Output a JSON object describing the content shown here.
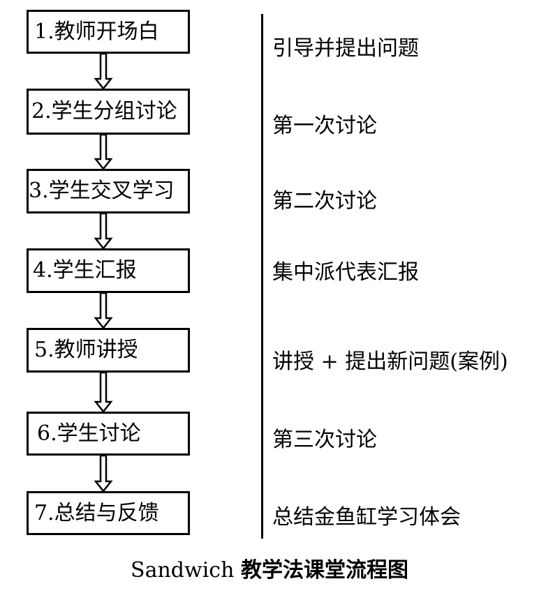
{
  "steps": [
    {
      "label": "1.教师开场白",
      "note": "引导并提出问题"
    },
    {
      "label": "2.学生分组讨论",
      "note": "第一次讨论"
    },
    {
      "label": "3.学生交叉学习",
      "note": "第二次讨论"
    },
    {
      "label": "4.学生汇报",
      "note": "集中派代表汇报"
    },
    {
      "label": "5.教师讲授",
      "note": "讲授 + 提出新问题(案例)"
    },
    {
      "label": "6.学生讨论",
      "note": "第三次讨论"
    },
    {
      "label": "7.总结与反馈",
      "note": "总结金鱼缸学习体会"
    }
  ],
  "caption": {
    "latin": "Sandwich",
    "cjk": "教学法课堂流程图"
  },
  "colors": {
    "line": "#000000",
    "background": "#ffffff"
  }
}
